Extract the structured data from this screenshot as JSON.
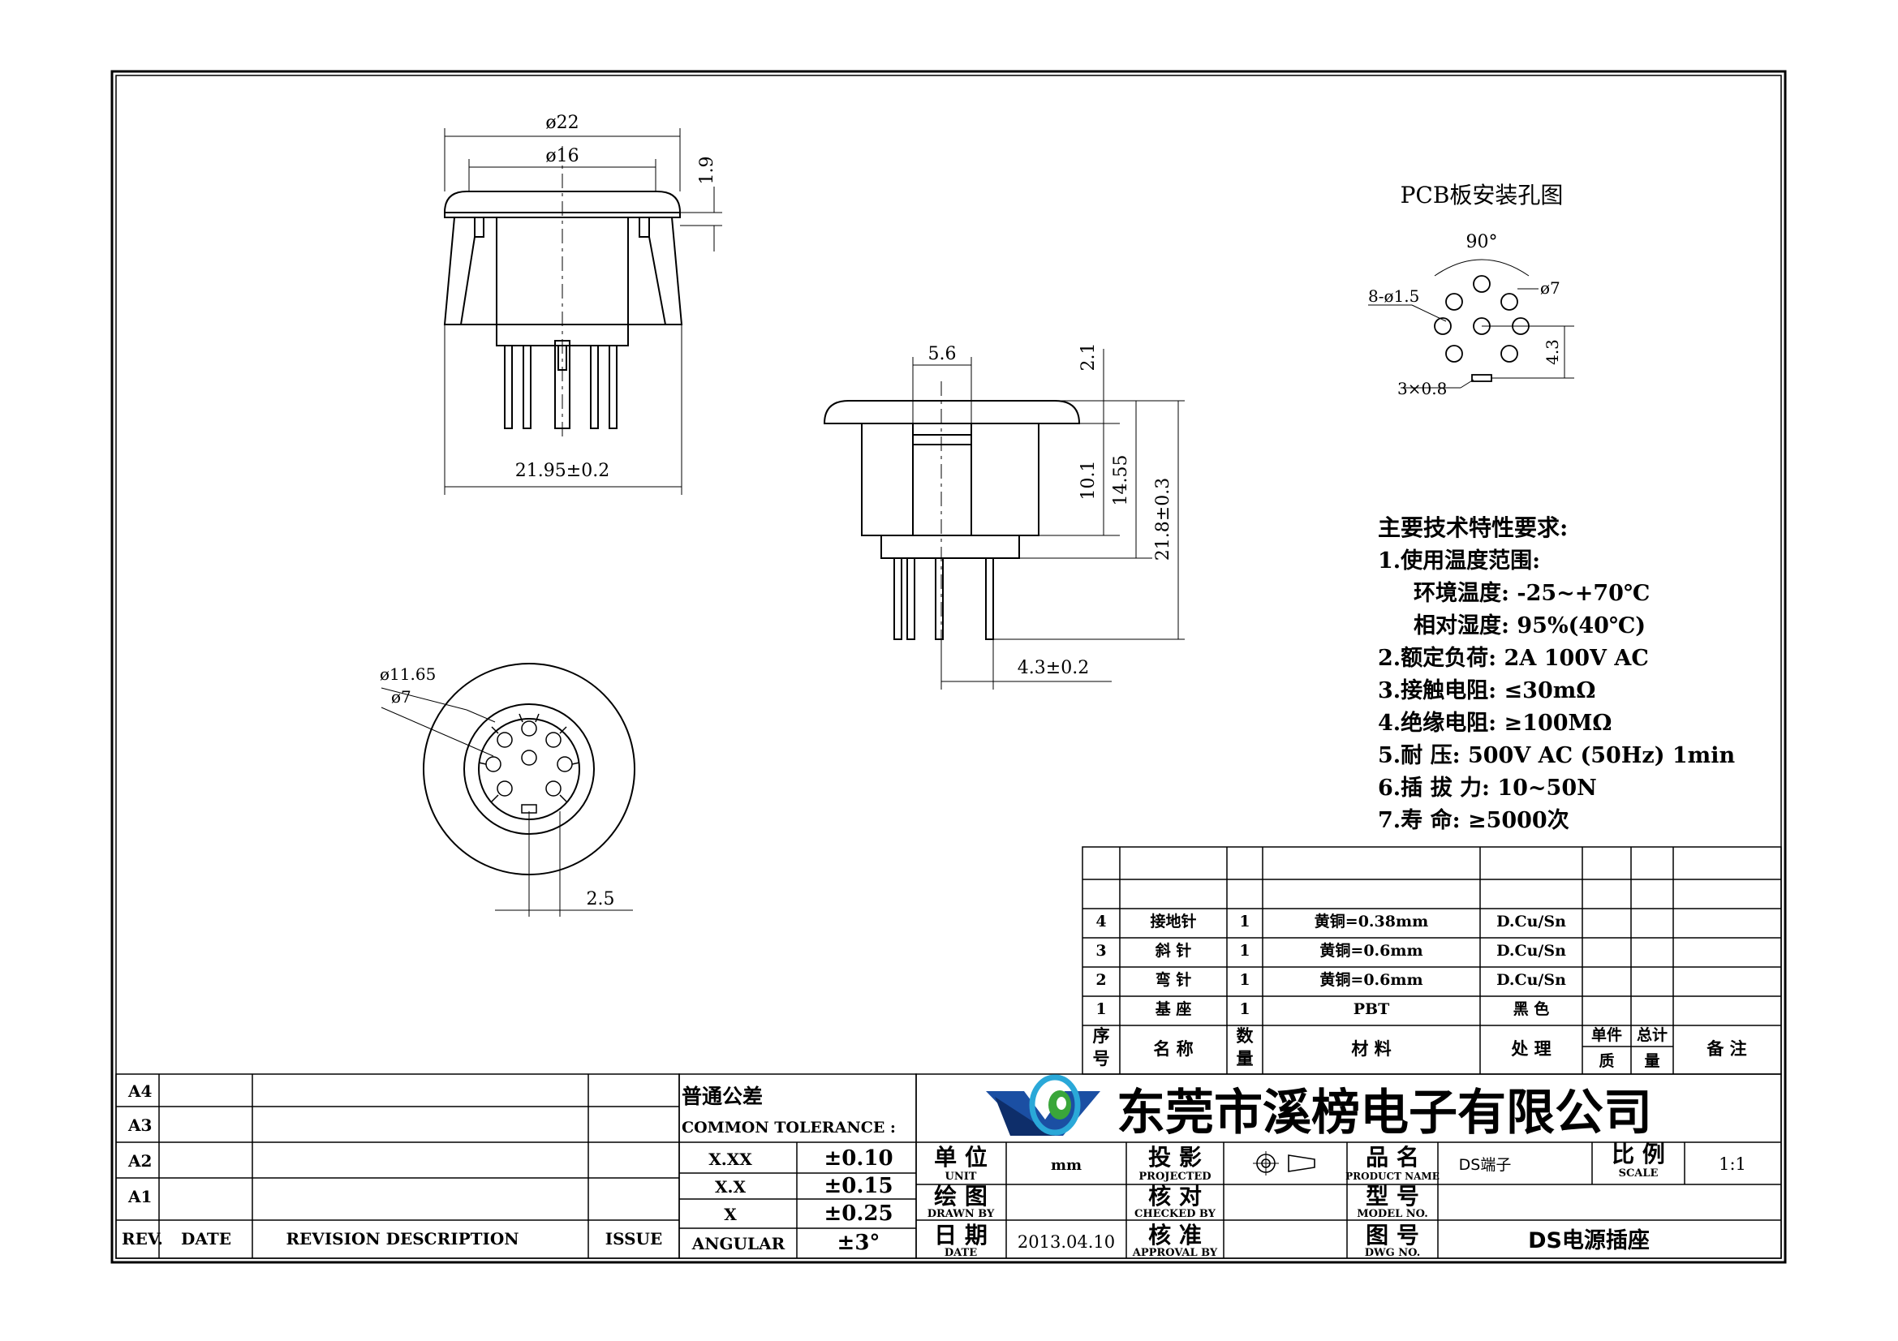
{
  "dims": {
    "top_phi22": "ø22",
    "top_phi16": "ø16",
    "top_1_9": "1.9",
    "top_width": "21.95±0.2",
    "side_5_6": "5.6",
    "side_2_1": "2.1",
    "side_10_1": "10.1",
    "side_14_55": "14.55",
    "side_21_8": "21.8±0.3",
    "side_4_3": "4.3±0.2",
    "front_phi11_65": "ø11.65",
    "front_phi7": "ø7",
    "front_2_5": "2.5"
  },
  "pcb": {
    "title": "PCB板安装孔图",
    "angle": "90°",
    "holes": "8-ø1.5",
    "phi7": "ø7",
    "slot": "3×0.8",
    "dim_4_3": "4.3"
  },
  "specs": {
    "title": "主要技术特性要求:",
    "lines": [
      "1.使用温度范围:",
      "  环境温度: -25~+70℃",
      "  相对湿度: 95%(40℃)",
      "2.额定负荷: 2A 100V AC",
      "3.接触电阻: ≤30mΩ",
      "4.绝缘电阻: ≥100MΩ",
      "5.耐    压: 500V AC (50Hz) 1min",
      "6.插 拔 力: 10~50N",
      "7.寿    命: ≥5000次"
    ]
  },
  "bom": {
    "rows": [
      {
        "no": "4",
        "name": "接地针",
        "qty": "1",
        "material": "黄铜=0.38mm",
        "finish": "D.Cu/Sn"
      },
      {
        "no": "3",
        "name": "斜 针",
        "qty": "1",
        "material": "黄铜=0.6mm",
        "finish": "D.Cu/Sn"
      },
      {
        "no": "2",
        "name": "弯 针",
        "qty": "1",
        "material": "黄铜=0.6mm",
        "finish": "D.Cu/Sn"
      },
      {
        "no": "1",
        "name": "基 座",
        "qty": "1",
        "material": "PBT",
        "finish": "黑 色"
      }
    ],
    "header": {
      "no_a": "序",
      "no_b": "号",
      "name": "名  称",
      "qty_a": "数",
      "qty_b": "量",
      "material": "材  料",
      "finish": "处  理",
      "unit_wt_a": "单件",
      "unit_wt_b": "质",
      "total_wt_a": "总计",
      "total_wt_b": "量",
      "remark": "备 注"
    }
  },
  "revision": {
    "rows": [
      "A4",
      "A3",
      "A2",
      "A1"
    ],
    "header": {
      "rev": "REV.",
      "date": "DATE",
      "desc": "REVISION  DESCRIPTION",
      "issue": "ISSUE"
    }
  },
  "tolerance": {
    "title_cn": "普通公差",
    "title_en": "COMMON TOLERANCE :",
    "rows": [
      {
        "label": "X.XX",
        "value": "±0.10"
      },
      {
        "label": "X.X",
        "value": "±0.15"
      },
      {
        "label": "X",
        "value": "±0.25"
      },
      {
        "label": "ANGULAR",
        "value": "±3°"
      }
    ]
  },
  "titleblock": {
    "company": "东莞市溪榜电子有限公司",
    "unit_cn": "单 位",
    "unit_en": "UNIT",
    "unit_val": "mm",
    "proj_cn": "投 影",
    "proj_en": "PROJECTED",
    "pname_cn": "品 名",
    "pname_en": "PRODUCT NAME",
    "pname_val": "DS端子",
    "scale_cn": "比 例",
    "scale_en": "SCALE",
    "scale_val": "1:1",
    "drawn_cn": "绘 图",
    "drawn_en": "DRAWN BY",
    "checked_cn": "核 对",
    "checked_en": "CHECKED BY",
    "model_cn": "型 号",
    "model_en": "MODEL NO.",
    "date_cn": "日 期",
    "date_en": "DATE",
    "date_val": "2013.04.10",
    "approval_cn": "核 准",
    "approval_en": "APPROVAL BY",
    "dwg_cn": "图 号",
    "dwg_en": "DWG NO.",
    "dwg_val": "DS电源插座"
  },
  "colors": {
    "line": "#000000",
    "logo_blue": "#1b4fa3",
    "logo_cyan": "#2aa8d8",
    "logo_green": "#3aa63a"
  }
}
